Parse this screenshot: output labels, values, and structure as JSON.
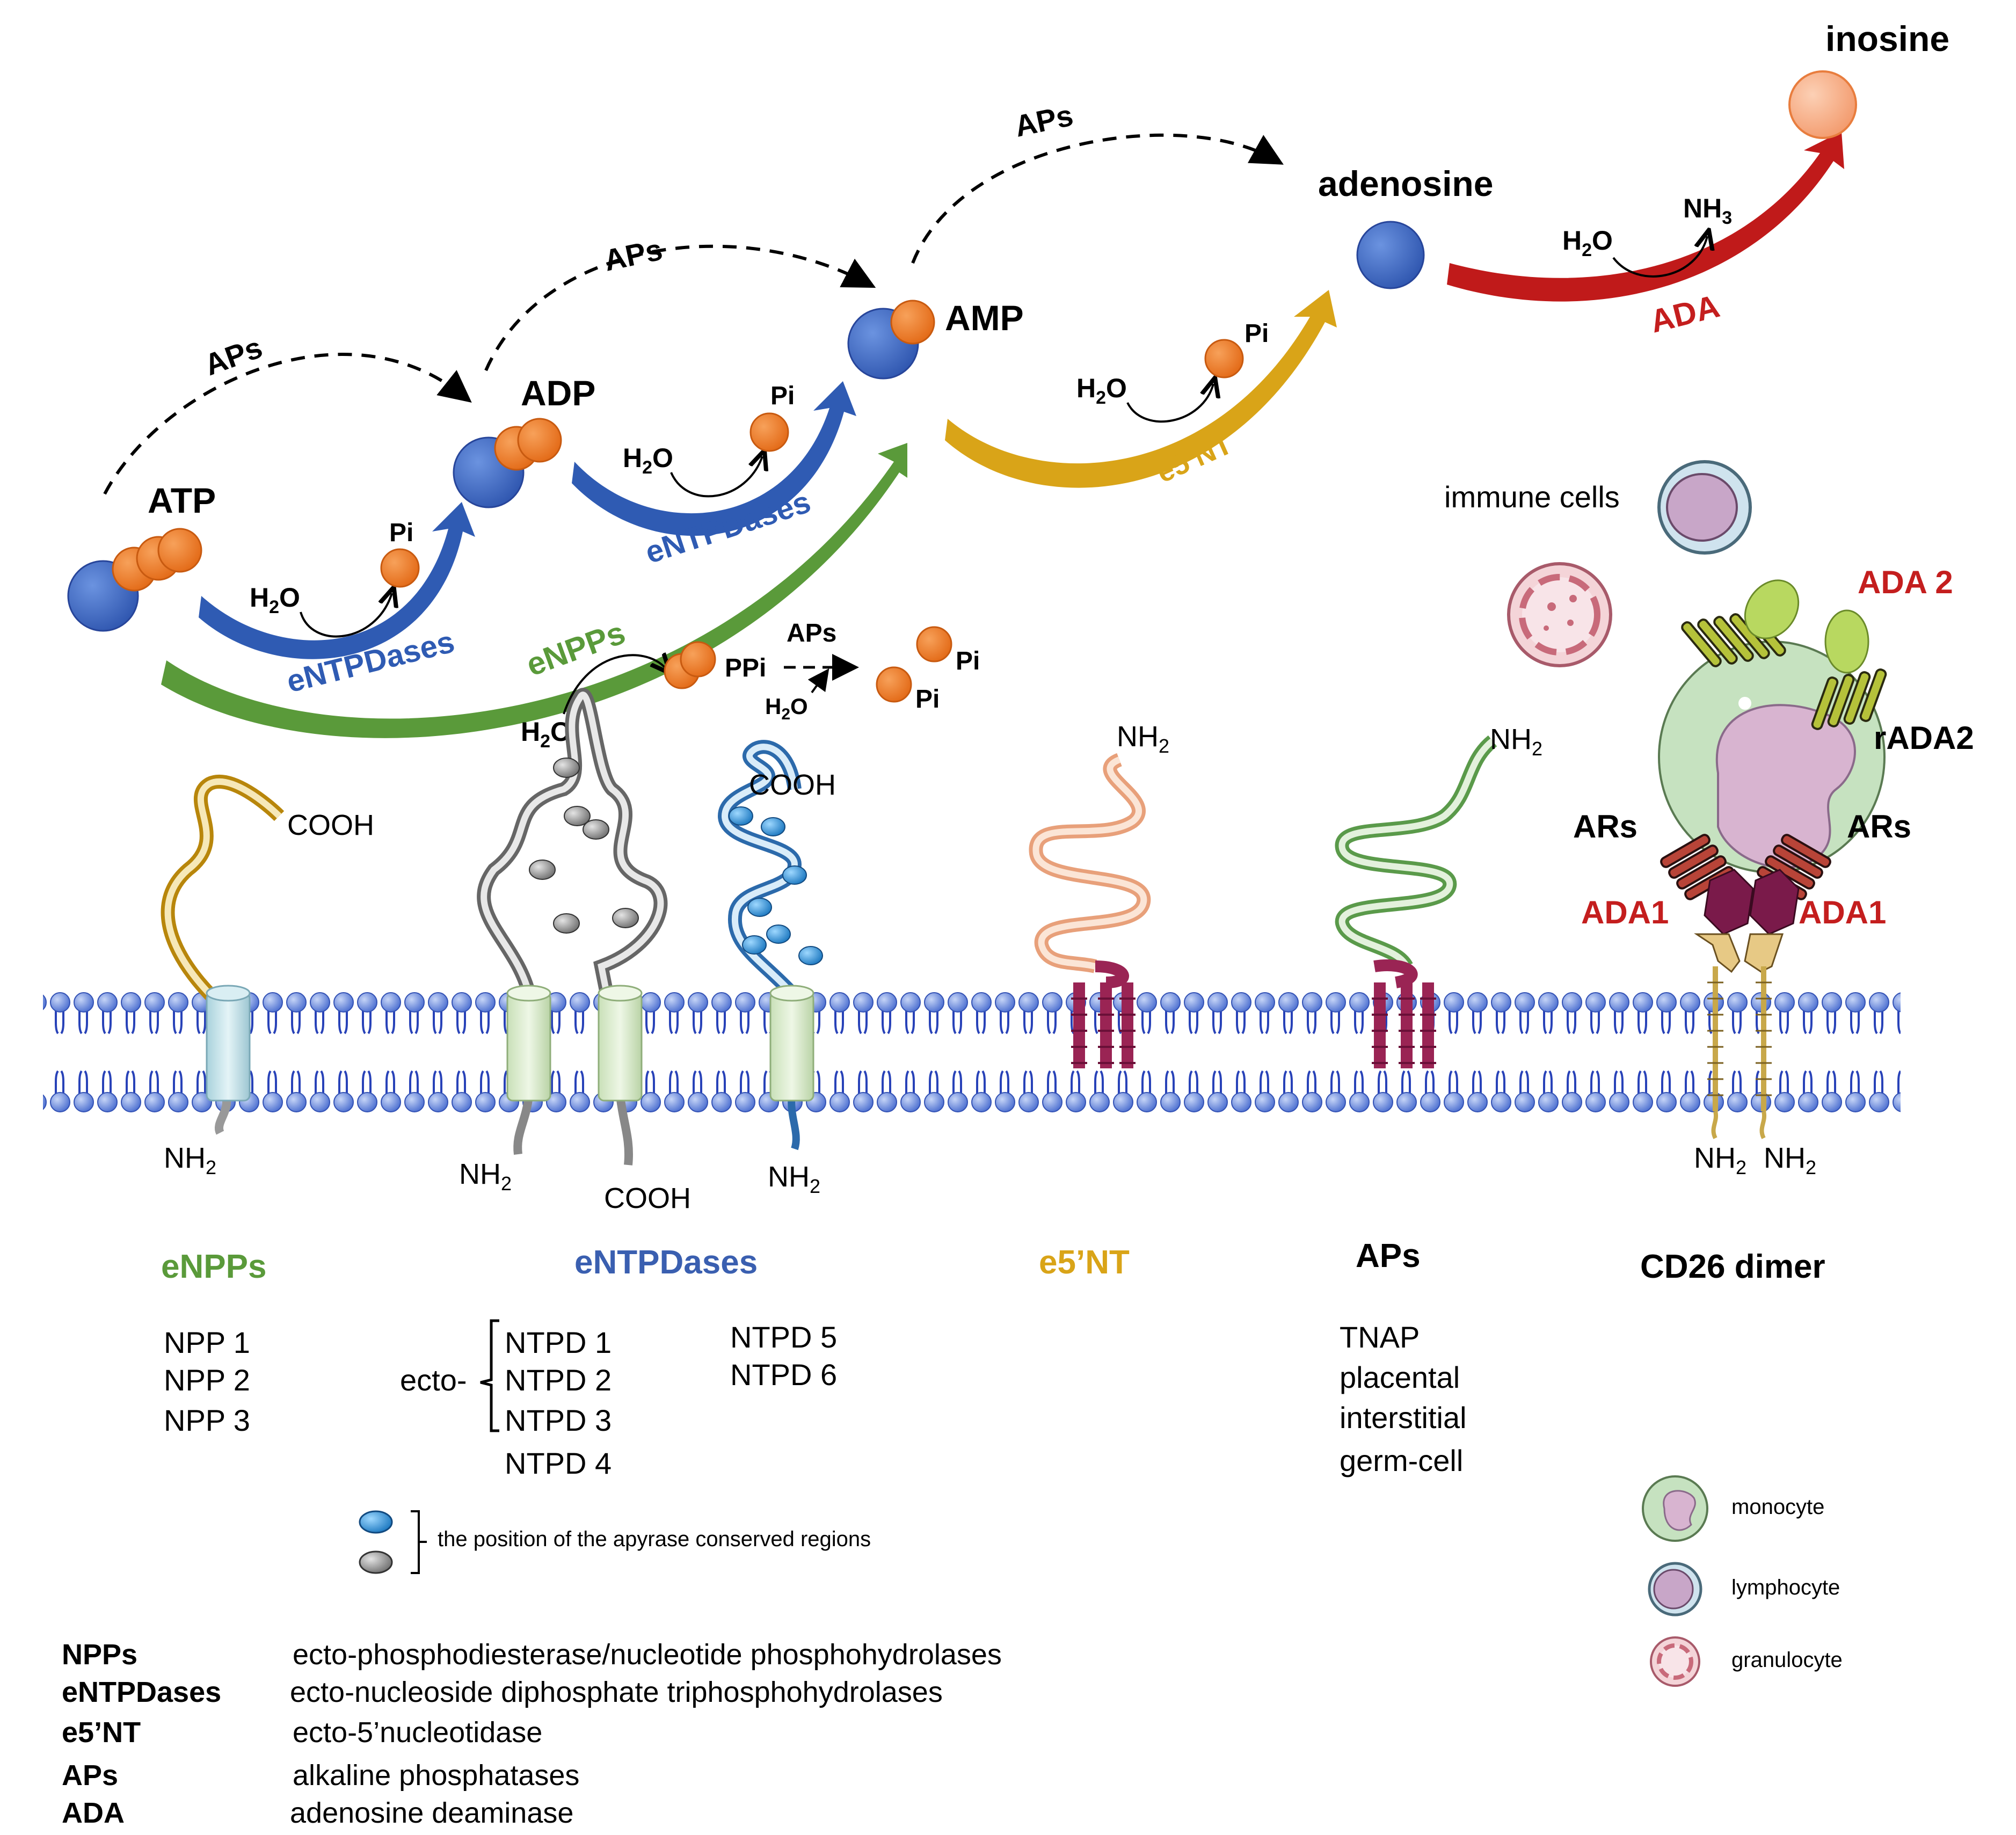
{
  "pathway": {
    "atp": "ATP",
    "adp": "ADP",
    "amp": "AMP",
    "adenosine": "adenosine",
    "inosine": "inosine",
    "aps": "APs",
    "h2o": "H",
    "h2o_sub": "2",
    "h2o_o": "O",
    "pi": "Pi",
    "ppi": "PPi",
    "nh3": "NH",
    "nh3_sub": "3",
    "entpdases": "eNTPDases",
    "enpps": "eNPPs",
    "e5nt": "e5’NT",
    "ada": "ADA"
  },
  "proteins": {
    "cooh": "COOH",
    "nh2": "NH",
    "nh2_sub": "2"
  },
  "cells": {
    "immune_cells": "immune cells",
    "ada2": "ADA 2",
    "rada2": "rADA2",
    "ars": "ARs",
    "ada1": "ADA1"
  },
  "families": {
    "enpps": {
      "title": "eNPPs",
      "items": [
        "NPP 1",
        "NPP 2",
        "NPP 3"
      ]
    },
    "entpdases": {
      "title": "eNTPDases",
      "ecto": "ecto-",
      "items_left": [
        "NTPD 1",
        "NTPD 2",
        "NTPD 3",
        "NTPD 4"
      ],
      "items_right": [
        "NTPD 5",
        "NTPD 6"
      ]
    },
    "e5nt": {
      "title": "e5’NT"
    },
    "aps": {
      "title": "APs",
      "items": [
        "TNAP",
        "placental",
        "interstitial",
        "germ-cell"
      ]
    },
    "cd26": {
      "title": "CD26 dimer"
    }
  },
  "apyrase_note": "the position of the apyrase conserved regions",
  "cell_legend": [
    "monocyte",
    "lymphocyte",
    "granulocyte"
  ],
  "abbreviations": [
    {
      "abbr": "NPPs",
      "full": "ecto-phosphodiesterase/nucleotide phosphohydrolases"
    },
    {
      "abbr": "eNTPDases",
      "full": "ecto-nucleoside diphosphate triphosphohydrolases"
    },
    {
      "abbr": "e5’NT",
      "full": "ecto-5’nucleotidase"
    },
    {
      "abbr": "APs",
      "full": "alkaline phosphatases"
    },
    {
      "abbr": "ADA",
      "full": "adenosine deaminase"
    }
  ],
  "colors": {
    "blue": "#3a5fb0",
    "green": "#5a9a3a",
    "gold": "#d9a418",
    "red": "#c41e1e",
    "orange": "#ee7d2c",
    "circle_blue": "#4472c4",
    "membrane_head": "#8ea9e8"
  }
}
